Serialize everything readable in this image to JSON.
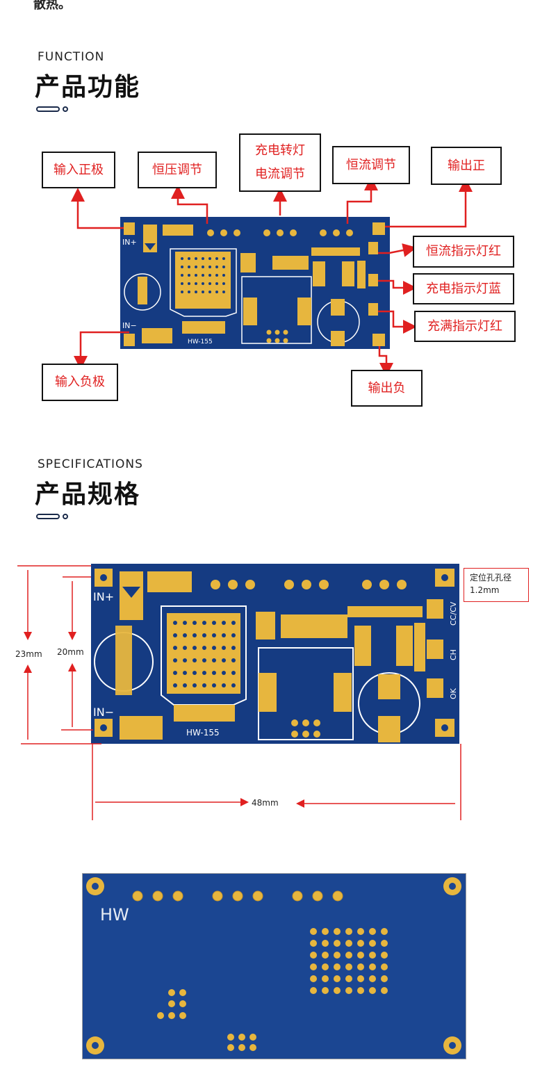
{
  "intro": {
    "tail_text": "散热。"
  },
  "function_section": {
    "title_en": "FUNCTION",
    "title_cn": "产品功能"
  },
  "spec_section": {
    "title_en": "SPECIFICATIONS",
    "title_cn": "产品规格"
  },
  "callouts": {
    "input_positive": "输入正极",
    "cv_adjust": "恒压调节",
    "charge_turn_light_1": "充电转灯",
    "charge_turn_light_2": "电流调节",
    "cc_adjust": "恒流调节",
    "output_positive": "输出正",
    "cc_indicator": "恒流指示灯红",
    "charge_indicator": "充电指示灯蓝",
    "full_indicator": "充满指示灯红",
    "input_negative": "输入负极",
    "output_negative": "输出负"
  },
  "board": {
    "model": "HW-155",
    "label_in_plus": "IN+",
    "label_in_minus": "IN−",
    "label_cc_cv": "CC/CV",
    "label_ch": "CH",
    "label_ok": "OK",
    "back_logo": "HW"
  },
  "dimensions": {
    "height_outer": "23mm",
    "height_inner": "20mm",
    "width": "48mm",
    "hole_note_title": "定位孔孔径",
    "hole_note_value": "1.2mm"
  },
  "colors": {
    "pcb": "#153b82",
    "pad": "#e7b63e",
    "arrow": "#e02020"
  }
}
